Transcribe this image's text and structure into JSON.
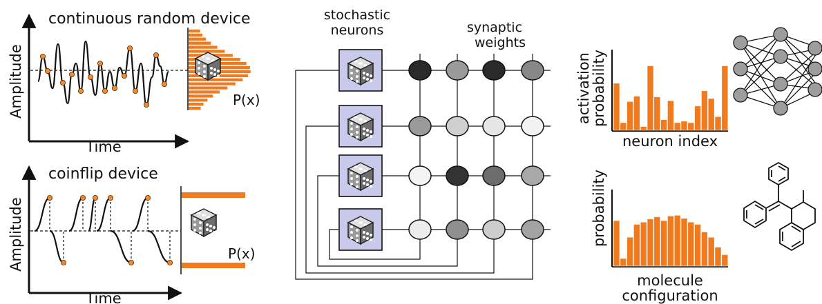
{
  "panel_continuous": {
    "title": "continuous random device",
    "ylabel": "Amplitude",
    "xlabel": "Time",
    "dist_label": "P(x)"
  },
  "panel_coinflip": {
    "title": "coinflip device",
    "ylabel": "Amplitude",
    "xlabel": "Time",
    "dist_label": "P(x)"
  },
  "panel_network": {
    "label_neurons": [
      "stochastic",
      "neurons"
    ],
    "label_weights": [
      "synaptic",
      "weights"
    ],
    "weight_shades": [
      [
        "#2a2a2a",
        "#9a9a9a",
        "#2a2a2a",
        "#888888"
      ],
      [
        "#9a9a9a",
        "#cfcfcf",
        "#e6e6e6",
        "#f2f2f2"
      ],
      [
        "#f4f4f4",
        "#333333",
        "#6c6c6c",
        "#a8a8a8"
      ],
      [
        "#ececec",
        "#8f8f8f",
        "#cdcdcd",
        "#a2a2a2"
      ]
    ]
  },
  "panel_activation": {
    "ylabel": [
      "activation",
      "probability"
    ],
    "xlabel": "neuron index",
    "bars": [
      0.62,
      0.1,
      0.38,
      0.45,
      0.05,
      0.85,
      0.44,
      0.14,
      0.39,
      0.1,
      0.12,
      0.1,
      0.32,
      0.52,
      0.42,
      0.18,
      0.85
    ]
  },
  "panel_molecule": {
    "ylabel": "probability",
    "xlabel": [
      "molecule",
      "configuration"
    ],
    "bars": [
      0.6,
      0.1,
      0.38,
      0.55,
      0.58,
      0.62,
      0.65,
      0.6,
      0.66,
      0.67,
      0.63,
      0.58,
      0.55,
      0.45,
      0.38,
      0.25,
      0.15
    ]
  },
  "colors": {
    "accent": "#f07a1e",
    "dot": "#f28a2e",
    "die_box": "#c9c9ec",
    "die": "#8f8f8f",
    "line": "#111111"
  }
}
